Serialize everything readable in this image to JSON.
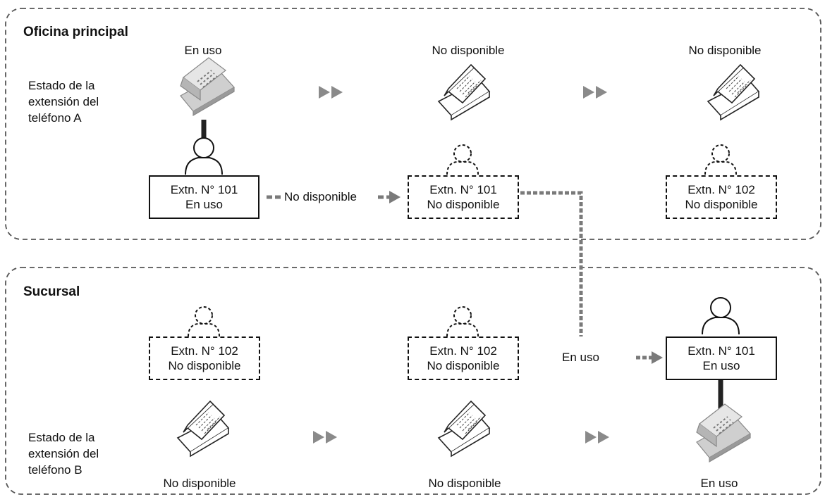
{
  "main_office": {
    "title": "Oficina principal",
    "phone_label": [
      "Estado de la",
      "extensión del",
      "teléfono A"
    ],
    "states": [
      "En uso",
      "No disponible",
      "No disponible"
    ],
    "boxes": [
      {
        "ext": "Extn. N° 101",
        "status": "En uso"
      },
      {
        "ext": "Extn. N° 101",
        "status": "No disponible"
      },
      {
        "ext": "Extn. N° 102",
        "status": "No disponible"
      }
    ],
    "transition_label": "No disponible"
  },
  "branch": {
    "title": "Sucursal",
    "phone_label": [
      "Estado de la",
      "extensión del",
      "teléfono B"
    ],
    "states": [
      "No disponible",
      "No disponible",
      "En uso"
    ],
    "boxes": [
      {
        "ext": "Extn. N° 102",
        "status": "No disponible"
      },
      {
        "ext": "Extn. N° 102",
        "status": "No disponible"
      },
      {
        "ext": "Extn. N° 101",
        "status": "En uso"
      }
    ],
    "transition_label": "En uso"
  },
  "colors": {
    "arrow_gray": "#7a7a7a",
    "line": "#111111",
    "dash_border": "#555555"
  }
}
